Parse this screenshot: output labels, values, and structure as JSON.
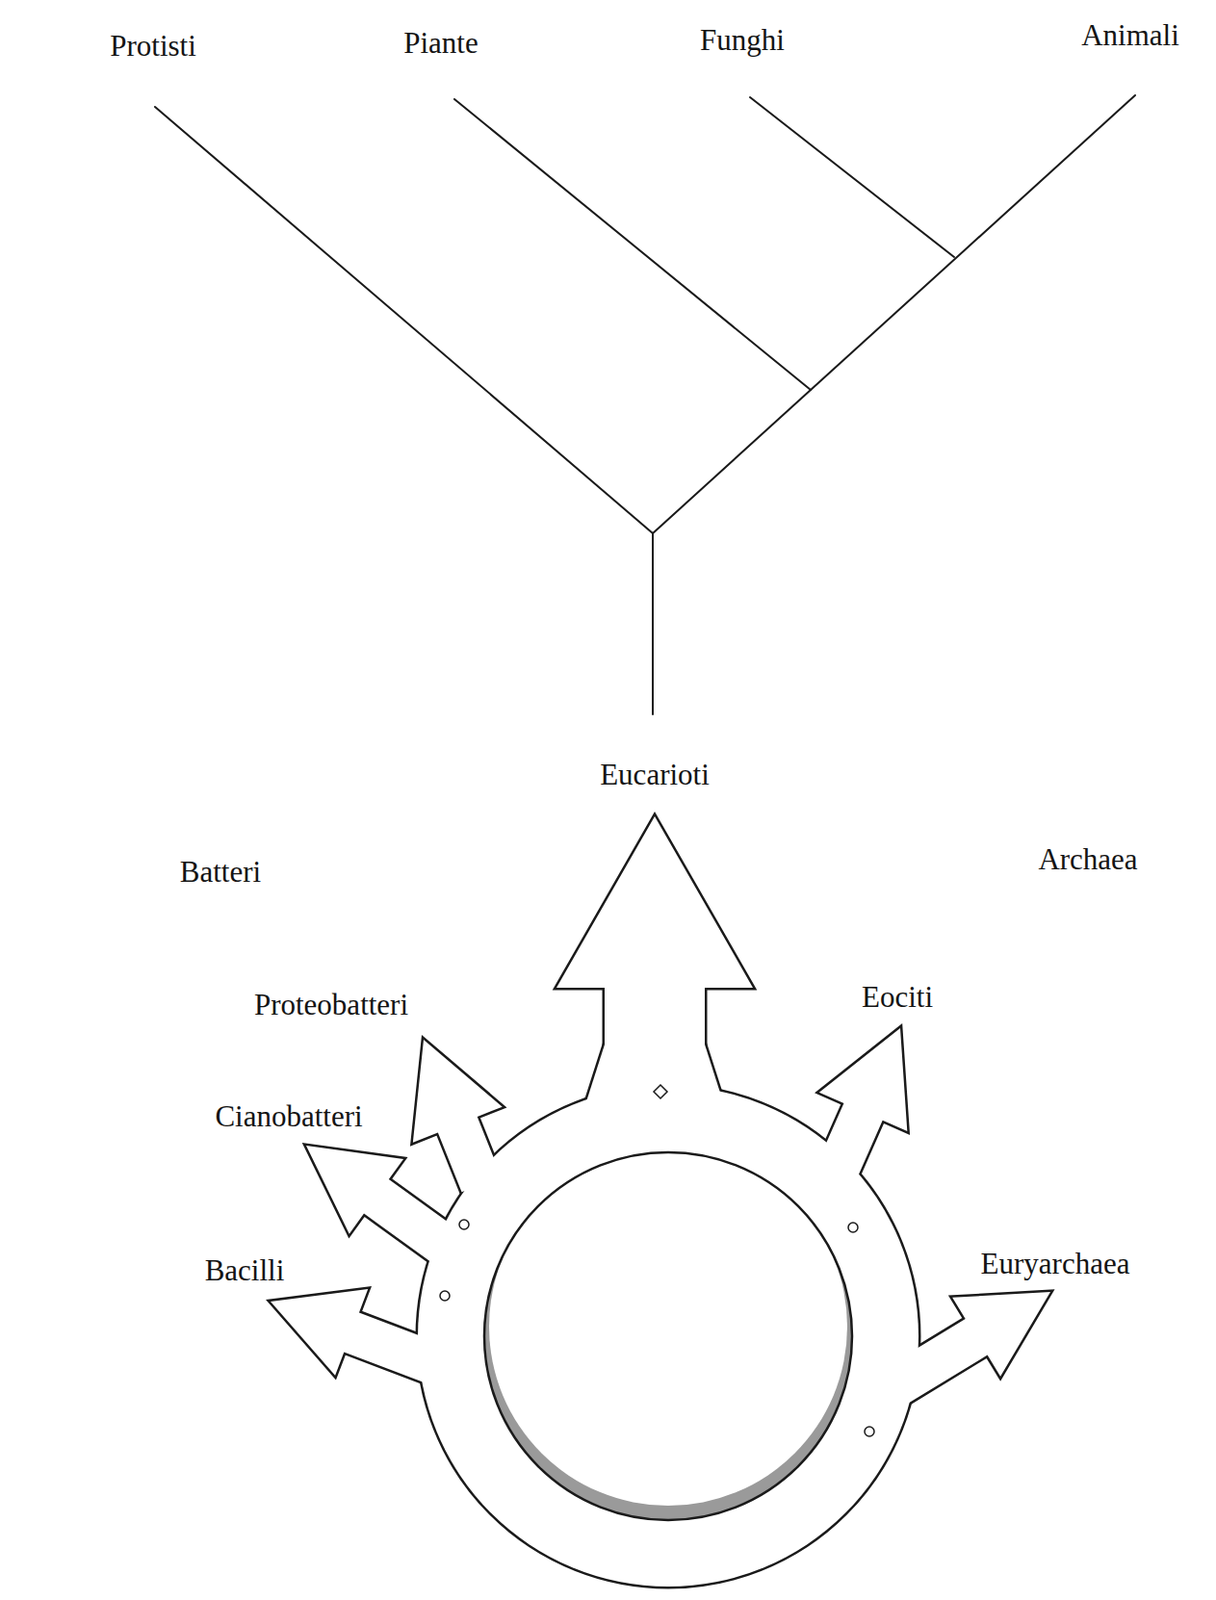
{
  "diagram": {
    "labels": [
      "Protisti",
      "Piante",
      "Funghi",
      "Animali",
      "Eucarioti",
      "Batteri",
      "Archaea",
      "Proteobatteri",
      "Eociti",
      "Cianobatteri",
      "Bacilli",
      "Euryarchaea"
    ]
  }
}
